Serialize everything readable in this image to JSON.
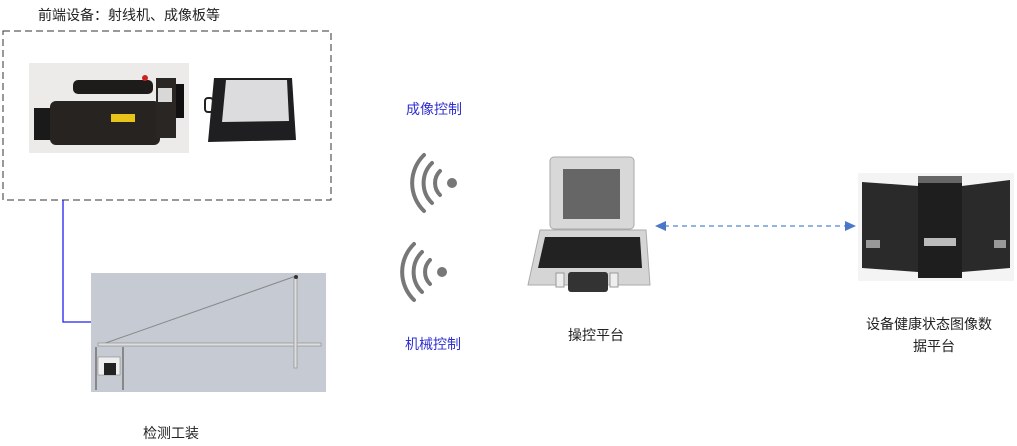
{
  "front_end": {
    "title": "前端设备：射线机、成像板等"
  },
  "fixture": {
    "label": "检测工装"
  },
  "signals": {
    "imaging_control": "成像控制",
    "mechanical_control": "机械控制"
  },
  "console": {
    "label": "操控平台"
  },
  "data_platform": {
    "label_line1": "设备健康状态图像数",
    "label_line2": "据平台"
  },
  "colors": {
    "connector": "#2020ee",
    "arrow": "#6f9bd6",
    "signal_text": "#3030d0",
    "fixture_bg": "#c5cad3"
  }
}
